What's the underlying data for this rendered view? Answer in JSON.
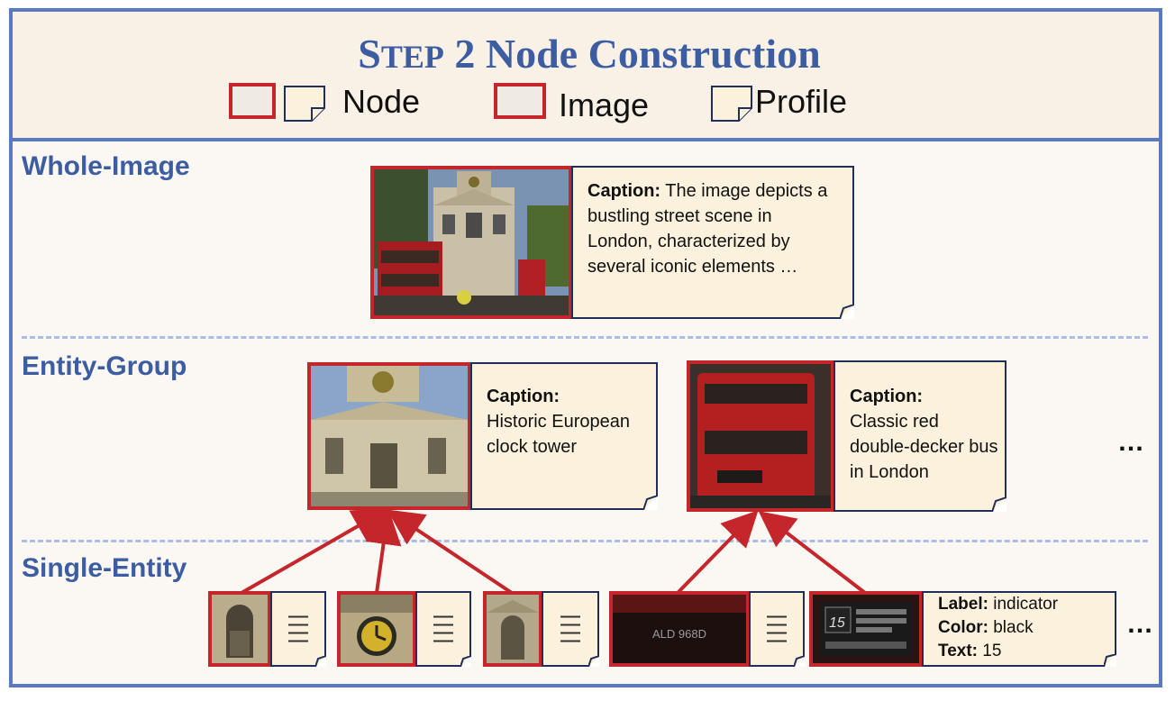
{
  "title": {
    "s": "S",
    "tep": "TEP",
    "rest": " 2 Node Construction"
  },
  "legend": {
    "node": "Node",
    "image": "Image",
    "profile": "Profile"
  },
  "sections": {
    "whole": "Whole-Image",
    "group": "Entity-Group",
    "single": "Single-Entity"
  },
  "whole_caption": {
    "label": "Caption:",
    "text": " The image depicts a bustling street scene in London, characterized by several iconic elements …"
  },
  "group1_caption": {
    "label": "Caption:",
    "text": "Historic European clock tower"
  },
  "group2_caption": {
    "label": "Caption:",
    "text": "Classic red double-decker bus in London"
  },
  "entity5_profile": {
    "label_key": "Label:",
    "label_val": " indicator",
    "color_key": "Color:",
    "color_val": " black",
    "text_key": "Text:",
    "text_val": " 15"
  },
  "ellipsis": "…",
  "image_text": {
    "plate": "ALD 968D",
    "indicator_num": "15"
  },
  "colors": {
    "accent": "#3d5da3",
    "border": "#5a79c4",
    "image_border": "#c5262b",
    "profile_bg": "#fbf1dc"
  },
  "icons": [
    "image-node-icon",
    "profile-icon",
    "arrow-icon"
  ]
}
